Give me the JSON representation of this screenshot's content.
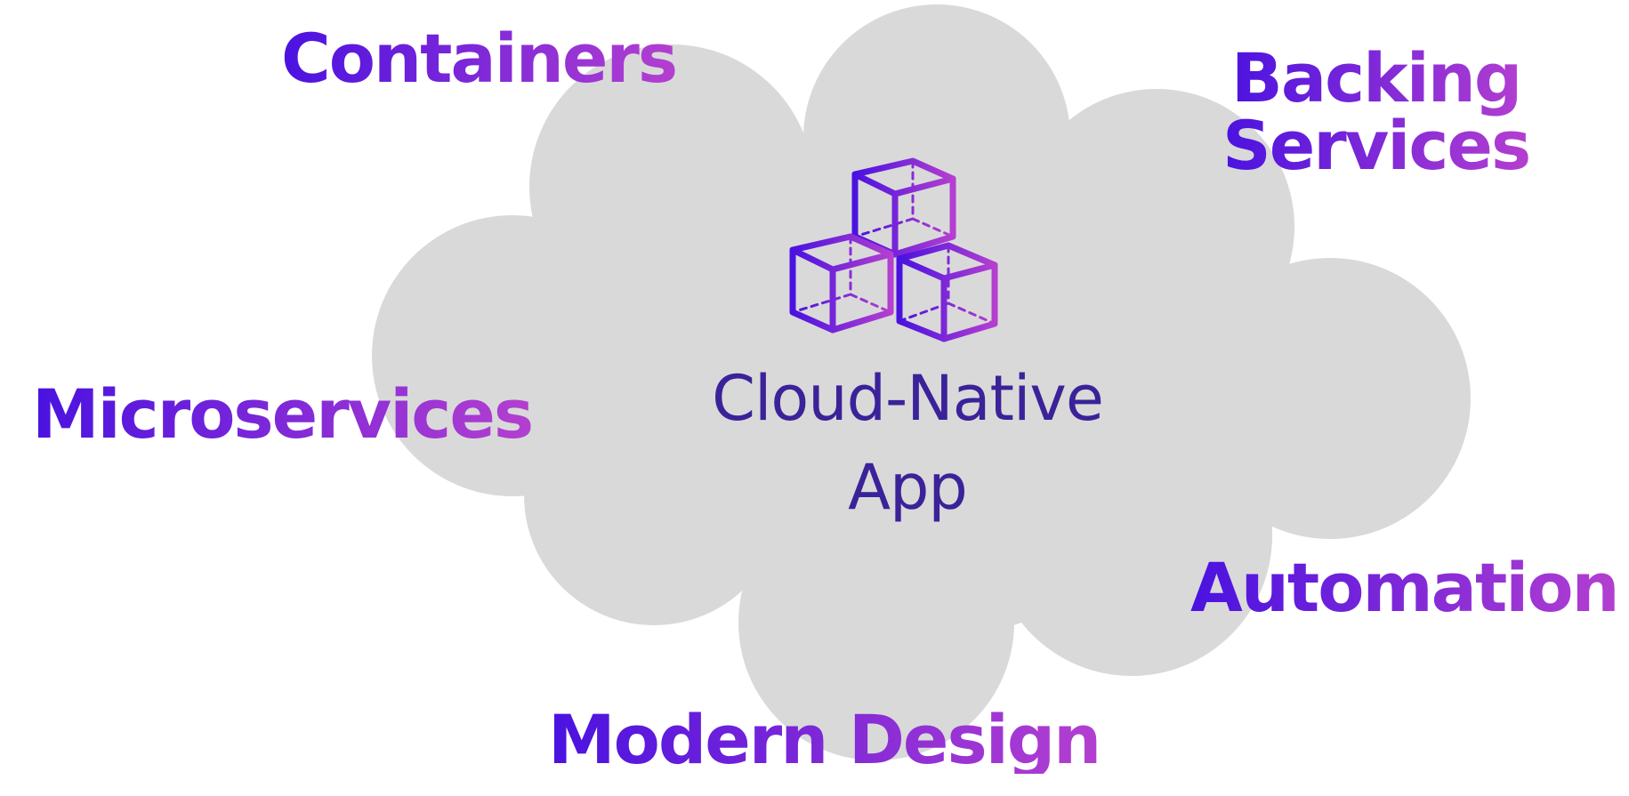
{
  "center": {
    "line1": "Cloud-Native",
    "line2": "App",
    "icon": "stacked-cubes-icon"
  },
  "concepts": {
    "containers": "Containers",
    "backing_services_line1": "Backing",
    "backing_services_line2": "Services",
    "microservices": "Microservices",
    "automation": "Automation",
    "modern_design": "Modern Design"
  },
  "colors": {
    "cloud": "#d9d9d9",
    "title_text": "#3b2299",
    "gradient_start": "#4a12e0",
    "gradient_end": "#b43fd0"
  }
}
